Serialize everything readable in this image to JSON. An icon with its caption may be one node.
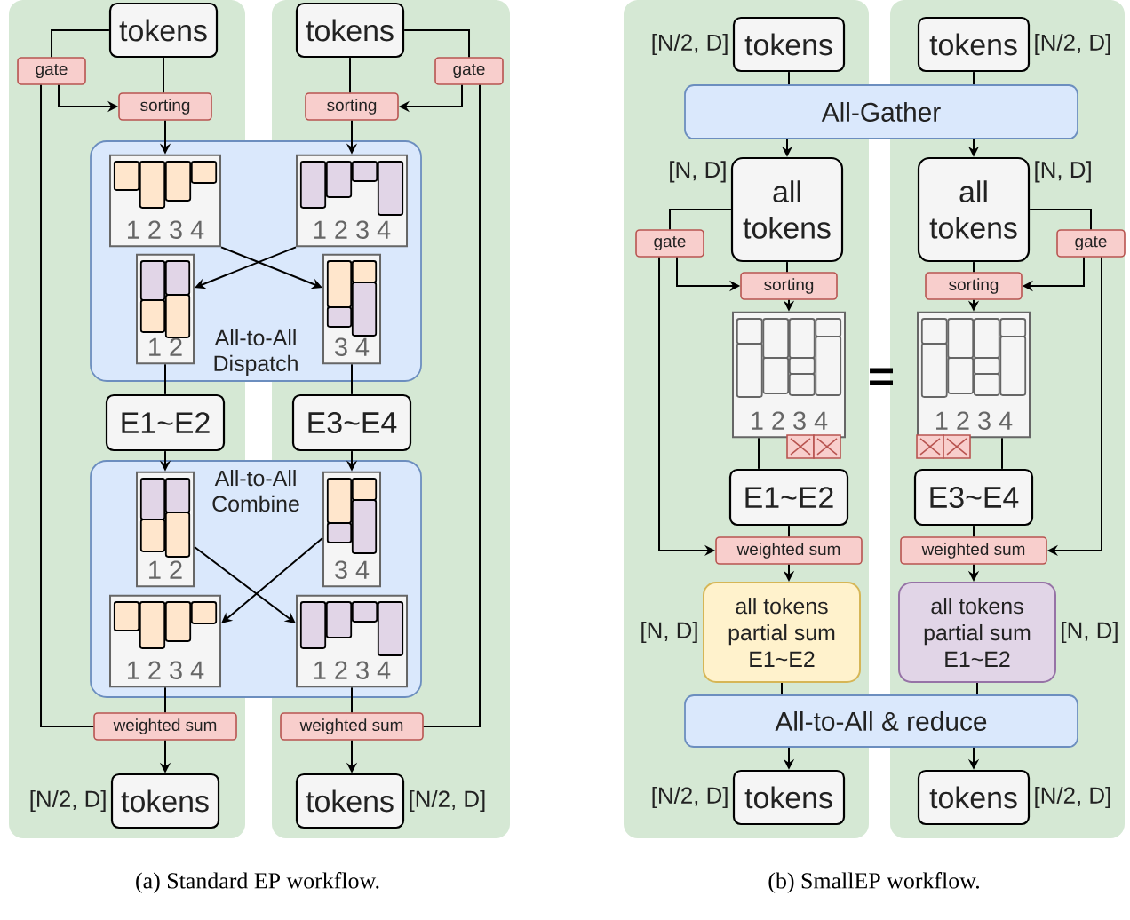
{
  "diagram": {
    "nodes": [
      {
        "text": [
          "tokens"
        ]
      },
      {
        "text": [
          "tokens"
        ]
      },
      {
        "text": [
          "gate"
        ]
      },
      {
        "text": [
          "gate"
        ]
      },
      {
        "text": [
          "sorting"
        ]
      },
      {
        "text": [
          "sorting"
        ]
      },
      {
        "text": [
          "All-to-All Dispatch"
        ]
      },
      {
        "text": [
          "1 2 3 4"
        ],
        "in": 6
      },
      {
        "text": [
          "1 2 3 4"
        ],
        "in": 6
      },
      {
        "text": [
          "1 2"
        ],
        "in": 6
      },
      {
        "text": [
          "3 4"
        ],
        "in": 6
      },
      {
        "text": [
          "E1~E2"
        ]
      },
      {
        "text": [
          "E3~E4"
        ]
      },
      {
        "text": [
          "All-to-All Combine"
        ]
      },
      {
        "text": [
          "1 2"
        ],
        "in": 13
      },
      {
        "text": [
          "3 4"
        ],
        "in": 13
      },
      {
        "text": [
          "1 2 3 4"
        ],
        "in": 13
      },
      {
        "text": [
          "1 2 3 4"
        ],
        "in": 13
      },
      {
        "text": [
          "weighted sum"
        ]
      },
      {
        "text": [
          "weighted sum"
        ]
      },
      {
        "text": [
          "tokens"
        ],
        "beside": [
          "[N/2, D]"
        ]
      },
      {
        "text": [
          "tokens"
        ],
        "beside": [
          "[N/2, D]"
        ]
      },
      {
        "text": [
          "tokens"
        ],
        "beside": [
          "[N/2, D]"
        ]
      },
      {
        "text": [
          "tokens"
        ],
        "beside": [
          "[N/2, D]"
        ]
      },
      {
        "text": [
          "All-Gather"
        ]
      },
      {
        "text": [
          "all tokens"
        ],
        "beside": [
          "[N, D]"
        ]
      },
      {
        "text": [
          "all tokens"
        ],
        "beside": [
          "[N, D]"
        ]
      },
      {
        "text": [
          "gate"
        ]
      },
      {
        "text": [
          "gate"
        ]
      },
      {
        "text": [
          "sorting"
        ]
      },
      {
        "text": [
          "sorting"
        ]
      },
      {
        "text": [
          "1 2 3 4"
        ]
      },
      {
        "text": [
          "1 2 3 4"
        ]
      },
      {
        "text": [
          "E1~E2"
        ]
      },
      {
        "text": [
          "E3~E4"
        ]
      },
      {
        "text": [
          "weighted sum"
        ]
      },
      {
        "text": [
          "weighted sum"
        ]
      },
      {
        "text": [
          "all tokens partial sum E1~E2"
        ],
        "beside": [
          "[N, D]"
        ]
      },
      {
        "text": [
          "all tokens partial sum E1~E2"
        ],
        "beside": [
          "[N, D]"
        ]
      },
      {
        "text": [
          "All-to-All & reduce"
        ]
      },
      {
        "text": [
          "tokens"
        ],
        "beside": [
          "[N/2, D]"
        ]
      },
      {
        "text": [
          "tokens"
        ],
        "beside": [
          "[N/2, D]"
        ]
      }
    ],
    "edges": [
      {
        "from": 0,
        "to": 2,
        "arrow": "none"
      },
      {
        "from": 0,
        "to": 4,
        "arrow": "none"
      },
      {
        "from": 2,
        "to": 4,
        "arrow": "to"
      },
      {
        "from": 4,
        "to": 7,
        "arrow": "to"
      },
      {
        "from": 1,
        "to": 3,
        "arrow": "none"
      },
      {
        "from": 1,
        "to": 5,
        "arrow": "none"
      },
      {
        "from": 3,
        "to": 5,
        "arrow": "to"
      },
      {
        "from": 5,
        "to": 8,
        "arrow": "to"
      },
      {
        "from": 7,
        "to": 10,
        "arrow": "to"
      },
      {
        "from": 8,
        "to": 9,
        "arrow": "to"
      },
      {
        "from": 9,
        "to": 11,
        "arrow": "none"
      },
      {
        "from": 10,
        "to": 12,
        "arrow": "none"
      },
      {
        "from": 11,
        "to": 14,
        "arrow": "to"
      },
      {
        "from": 12,
        "to": 15,
        "arrow": "to"
      },
      {
        "from": 14,
        "to": 17,
        "arrow": "to"
      },
      {
        "from": 15,
        "to": 16,
        "arrow": "to"
      },
      {
        "from": 16,
        "to": 18,
        "arrow": "none"
      },
      {
        "from": 17,
        "to": 19,
        "arrow": "none"
      },
      {
        "from": 2,
        "to": 18,
        "arrow": "none"
      },
      {
        "from": 3,
        "to": 19,
        "arrow": "none"
      },
      {
        "from": 18,
        "to": 20,
        "arrow": "to"
      },
      {
        "from": 19,
        "to": 21,
        "arrow": "to"
      },
      {
        "from": 22,
        "to": 24,
        "arrow": "none"
      },
      {
        "from": 23,
        "to": 24,
        "arrow": "none"
      },
      {
        "from": 24,
        "to": 25,
        "arrow": "to"
      },
      {
        "from": 24,
        "to": 26,
        "arrow": "to"
      },
      {
        "from": 25,
        "to": 27,
        "arrow": "none"
      },
      {
        "from": 25,
        "to": 29,
        "arrow": "none"
      },
      {
        "from": 27,
        "to": 29,
        "arrow": "to"
      },
      {
        "from": 29,
        "to": 31,
        "arrow": "to"
      },
      {
        "from": 26,
        "to": 28,
        "arrow": "none"
      },
      {
        "from": 26,
        "to": 30,
        "arrow": "none"
      },
      {
        "from": 28,
        "to": 30,
        "arrow": "to"
      },
      {
        "from": 30,
        "to": 32,
        "arrow": "to"
      },
      {
        "from": 31,
        "to": 33,
        "arrow": "none"
      },
      {
        "from": 32,
        "to": 34,
        "arrow": "none"
      },
      {
        "from": 33,
        "to": 35,
        "arrow": "none"
      },
      {
        "from": 34,
        "to": 36,
        "arrow": "none"
      },
      {
        "from": 27,
        "to": 35,
        "arrow": "to"
      },
      {
        "from": 28,
        "to": 36,
        "arrow": "to"
      },
      {
        "from": 35,
        "to": 37,
        "arrow": "to"
      },
      {
        "from": 36,
        "to": 38,
        "arrow": "to"
      },
      {
        "from": 37,
        "to": 39,
        "arrow": "none"
      },
      {
        "from": 38,
        "to": 39,
        "arrow": "none"
      },
      {
        "from": 39,
        "to": 40,
        "arrow": "to"
      },
      {
        "from": 39,
        "to": 41,
        "arrow": "to"
      }
    ],
    "labels": [
      "=",
      "(a) Standard EP workflow.",
      "(b) SmallEP workflow."
    ]
  }
}
